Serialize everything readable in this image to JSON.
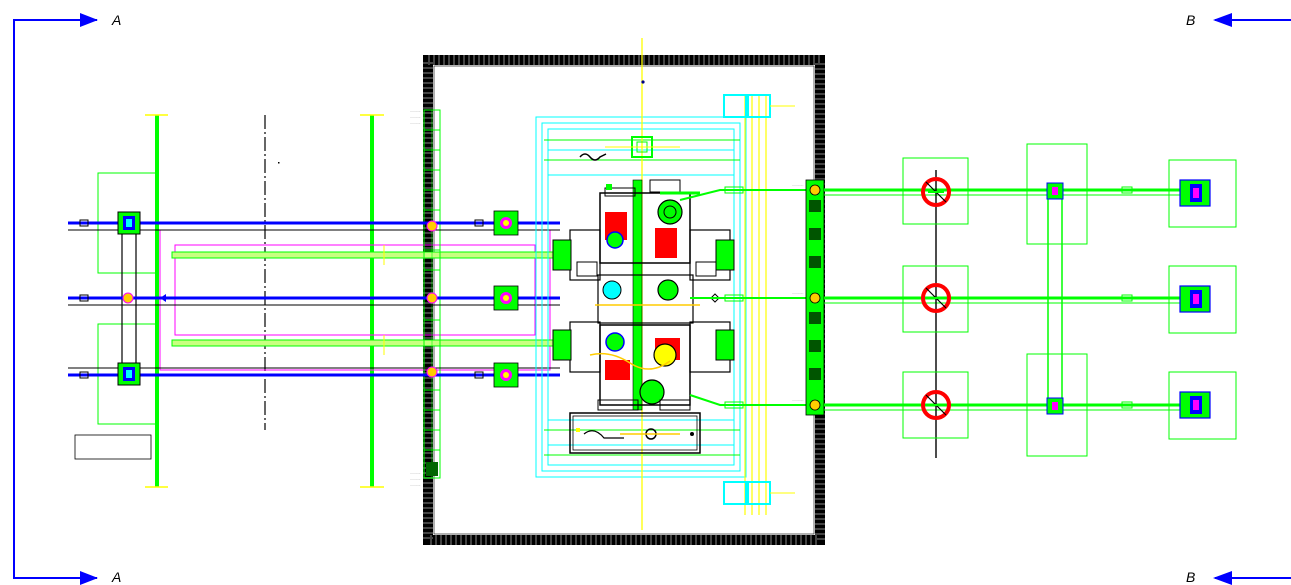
{
  "section_marks": {
    "top_left": "A",
    "bottom_left": "A",
    "top_right": "B",
    "bottom_right": "B"
  },
  "colors": {
    "section_arrow": "#0000ff",
    "pipe_green": "#00ff00",
    "pipe_blue": "#0000ff",
    "pipe_magenta": "#ff00ff",
    "frame_cyan": "#00ffff",
    "centerline_yellow": "#ffff00",
    "valve_red": "#ff0000",
    "wall_black": "#000000"
  },
  "pump_rows": [
    "upper",
    "middle",
    "lower"
  ]
}
